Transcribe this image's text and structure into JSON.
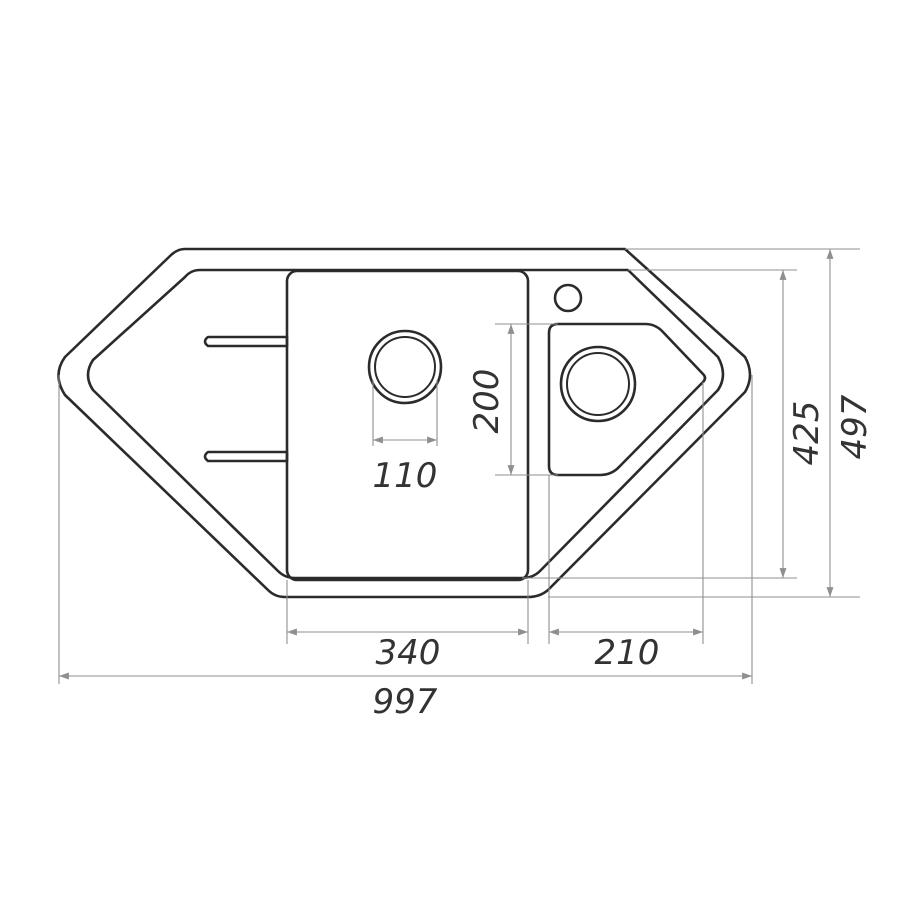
{
  "dimensions": {
    "total_width": "997",
    "total_depth": "497",
    "inner_depth": "425",
    "main_bowl_width": "340",
    "small_bowl_width": "210",
    "small_bowl_depth": "200",
    "drain_diameter": "110"
  }
}
